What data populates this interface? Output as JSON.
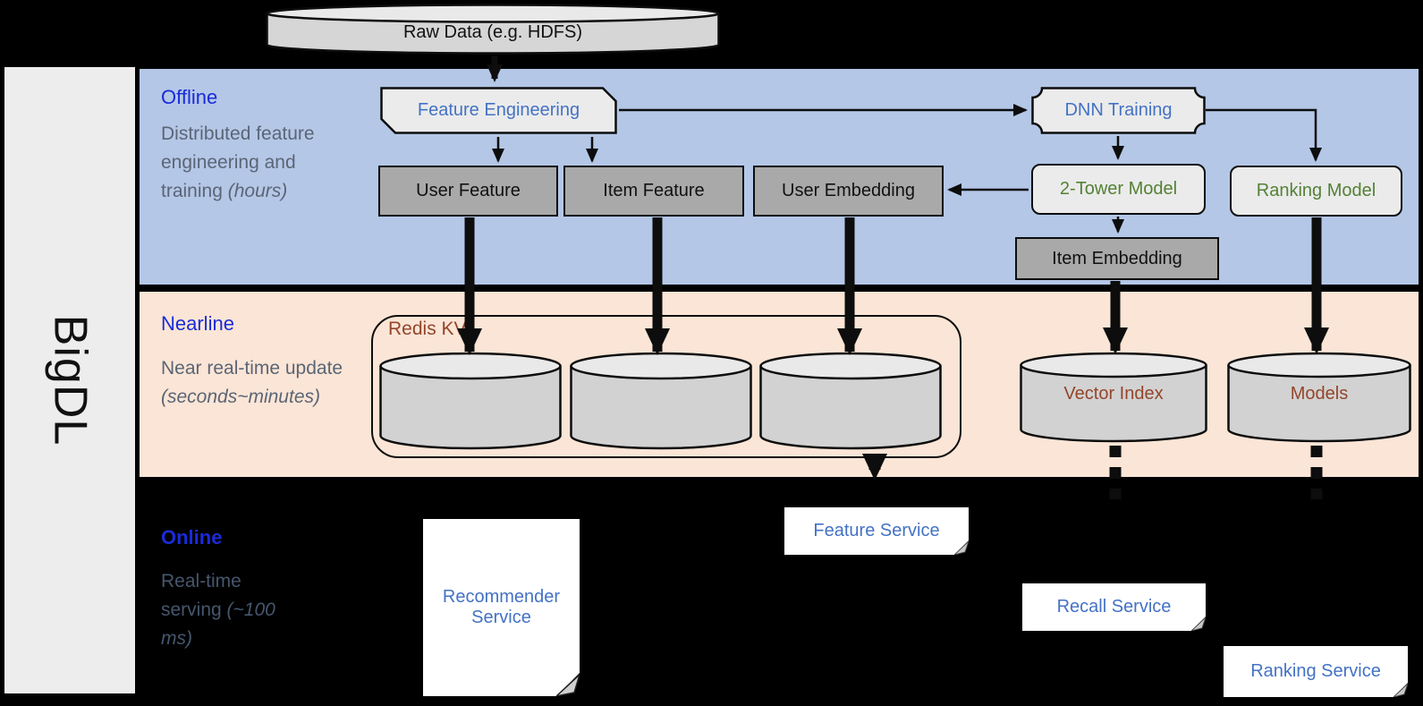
{
  "brand": "BigDL",
  "raw_data_label": "Raw Data (e.g. HDFS)",
  "sections": {
    "offline": {
      "title": "Offline",
      "subtitle": "Distributed feature engineering and training",
      "subtitle_note": "(hours)"
    },
    "nearline": {
      "title": "Nearline",
      "subtitle": "Near real-time update",
      "subtitle_note": "(seconds~minutes)"
    },
    "online": {
      "title": "Online",
      "subtitle": "Real-time serving",
      "subtitle_note": "(~100 ms)"
    }
  },
  "nodes": {
    "feature_engineering": "Feature Engineering",
    "dnn_training": "DNN Training",
    "user_feature": "User Feature",
    "item_feature": "Item Feature",
    "user_embedding": "User Embedding",
    "two_tower_model": "2-Tower Model",
    "ranking_model": "Ranking Model",
    "item_embedding": "Item Embedding",
    "redis_kv": "Redis KV",
    "vector_index": "Vector Index",
    "models": "Models",
    "recommender_service": "Recommender Service",
    "feature_service": "Feature Service",
    "recall_service": "Recall Service",
    "ranking_service": "Ranking Service"
  },
  "colors": {
    "offline_bg": "#b4c7e7",
    "nearline_bg": "#fbe5d6",
    "online_bg": "#000000",
    "section_title": "#1a2bd8",
    "section_subtitle": "#5b6575",
    "node_text_blue": "#4472c4",
    "node_text_green": "#538135",
    "node_text_brown": "#94452a",
    "gray_node_fill": "#a9a9a9",
    "light_node_fill": "#ebebeb",
    "cylinder_fill": "#d2d2d2"
  }
}
